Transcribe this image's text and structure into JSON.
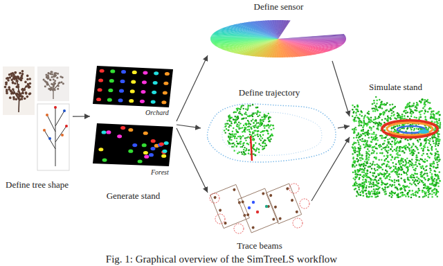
{
  "diagram": {
    "caption": "Fig. 1: Graphical overview of the SimTreeLS workflow",
    "nodes": [
      {
        "text": [
          "Define tree shape"
        ]
      },
      {
        "text": [
          "Generate stand"
        ]
      },
      {
        "text": [
          "Define sensor"
        ]
      },
      {
        "text": [
          "Define trajectory"
        ]
      },
      {
        "text": [
          "Trace beams"
        ]
      },
      {
        "text": [
          "Simulate stand"
        ]
      }
    ],
    "edges": [
      {
        "from": 0,
        "to": 1,
        "arrow": "to"
      },
      {
        "from": 1,
        "to": 2,
        "arrow": "to"
      },
      {
        "from": 1,
        "to": 3,
        "arrow": "to"
      },
      {
        "from": 1,
        "to": 4,
        "arrow": "to"
      },
      {
        "from": 2,
        "to": 5,
        "arrow": "to"
      },
      {
        "from": 3,
        "to": 5,
        "arrow": "to"
      },
      {
        "from": 4,
        "to": 5,
        "arrow": "to"
      }
    ],
    "labels": [
      "Orchard",
      "Forest"
    ]
  }
}
